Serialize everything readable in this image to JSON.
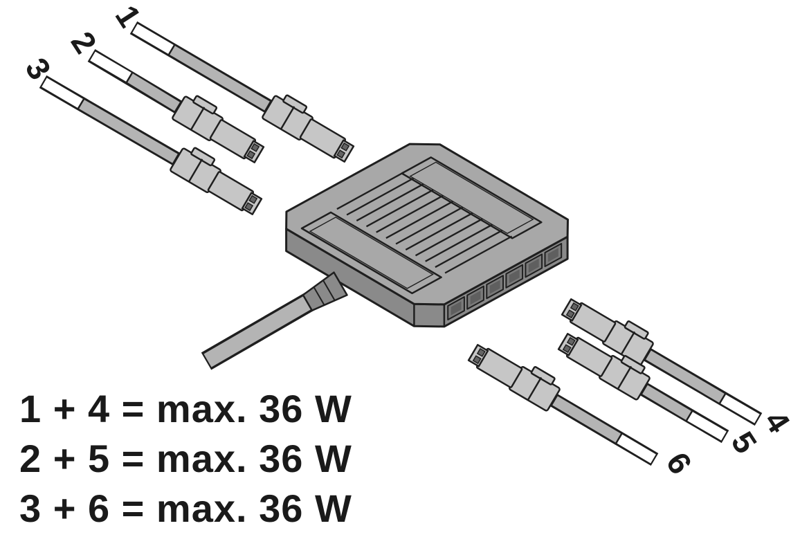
{
  "diagram": {
    "cables": [
      {
        "label": "1"
      },
      {
        "label": "2"
      },
      {
        "label": "3"
      },
      {
        "label": "4"
      },
      {
        "label": "5"
      },
      {
        "label": "6"
      }
    ],
    "power_limits": [
      "1 + 4 = max. 36 W",
      "2 + 5 = max. 36 W",
      "3 + 6 = max. 36 W"
    ],
    "colors": {
      "outline": "#1f1f1f",
      "cable": "#b4b4b4",
      "box_top": "#a8a8a8",
      "box_side": "#8a8a8a",
      "port": "#7a7a7a",
      "port_inner": "#5f5f5f",
      "connector": "#c6c6c6",
      "label_text": "#1a1a1a",
      "background": "#ffffff"
    }
  }
}
